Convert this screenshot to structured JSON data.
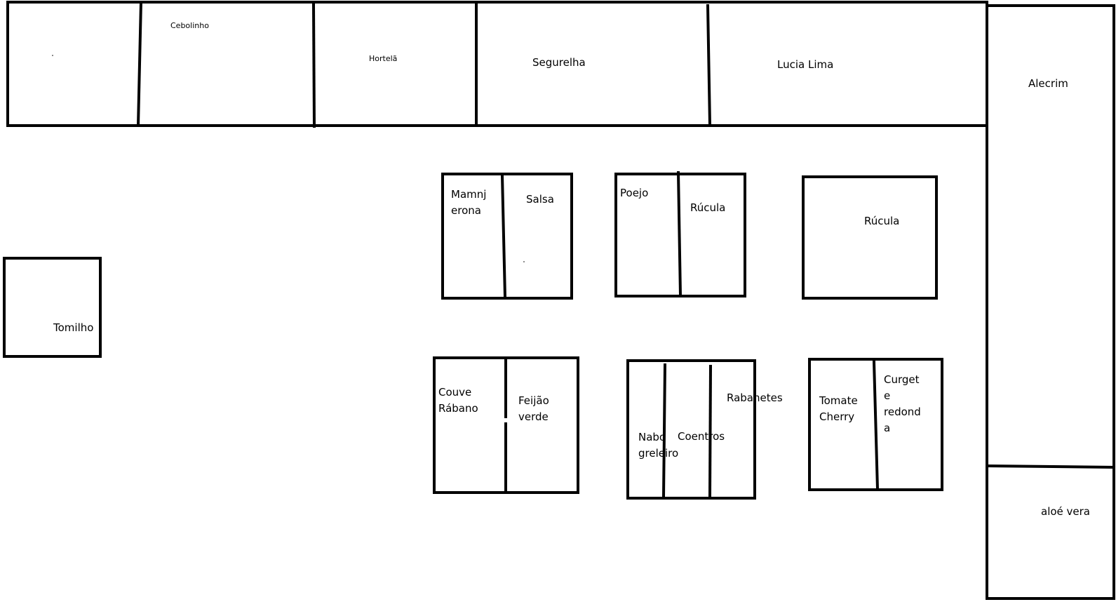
{
  "top_bed": {
    "cebolinho": "Cebolinho",
    "hortela": "Hortelã",
    "segurelha": "Segurelha",
    "lucia_lima": "Lucia Lima"
  },
  "right_bed": {
    "alecrim": "Alecrim",
    "aloe_vera": "aloé vera"
  },
  "tomilho_bed": {
    "tomilho": "Tomilho"
  },
  "bed_1": {
    "left_line1": "Mamnj",
    "left_line2": "erona",
    "right": "Salsa"
  },
  "bed_2": {
    "left": "Poejo",
    "right": "Rúcula"
  },
  "bed_3": {
    "label": "Rúcula"
  },
  "bed_4": {
    "left_line1": "Couve",
    "left_line2": "Rábano",
    "right_line1": "Feijão",
    "right_line2": "verde"
  },
  "bed_5": {
    "rabanetes": "Rabanetes",
    "nabo_line1": "Nabo",
    "nabo_line2": "greleiro",
    "coentros": "Coentros"
  },
  "bed_6": {
    "left_line1": "Tomate",
    "left_line2": "Cherry",
    "right_line1": "Curget",
    "right_line2": "e",
    "right_line3": "redond",
    "right_line4": "a"
  }
}
